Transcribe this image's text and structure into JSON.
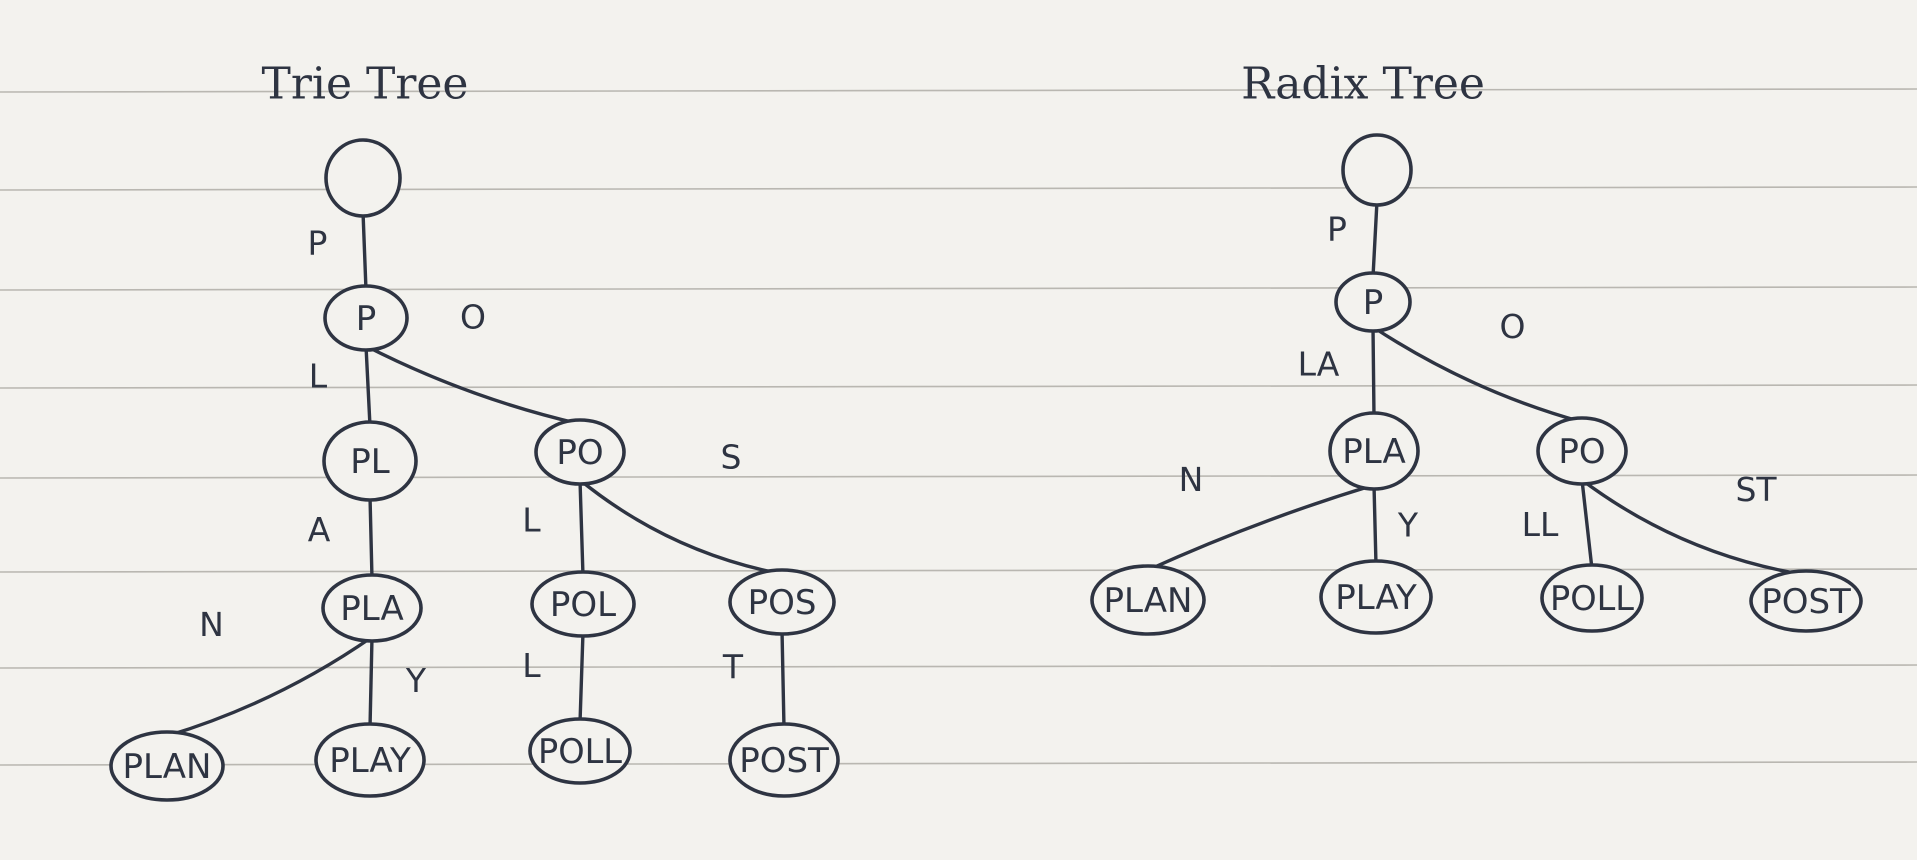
{
  "diagrams": [
    {
      "title": "Trie Tree",
      "nodes": [
        "",
        "P",
        "PL",
        "PO",
        "PLA",
        "POL",
        "POS",
        "PLAN",
        "PLAY",
        "POLL",
        "POST"
      ],
      "edges": [
        {
          "from": 0,
          "to": 1,
          "label": "P"
        },
        {
          "from": 1,
          "to": 2,
          "label": "L"
        },
        {
          "from": 1,
          "to": 3,
          "label": "O"
        },
        {
          "from": 2,
          "to": 4,
          "label": "A"
        },
        {
          "from": 3,
          "to": 5,
          "label": "L"
        },
        {
          "from": 3,
          "to": 6,
          "label": "S"
        },
        {
          "from": 4,
          "to": 7,
          "label": "N"
        },
        {
          "from": 4,
          "to": 8,
          "label": "Y"
        },
        {
          "from": 5,
          "to": 9,
          "label": "L"
        },
        {
          "from": 6,
          "to": 10,
          "label": "T"
        }
      ]
    },
    {
      "title": "Radix Tree",
      "nodes": [
        "",
        "P",
        "PLA",
        "PO",
        "PLAN",
        "PLAY",
        "POLL",
        "POST"
      ],
      "edges": [
        {
          "from": 0,
          "to": 1,
          "label": "P"
        },
        {
          "from": 1,
          "to": 2,
          "label": "LA"
        },
        {
          "from": 1,
          "to": 3,
          "label": "O"
        },
        {
          "from": 2,
          "to": 4,
          "label": "N"
        },
        {
          "from": 2,
          "to": 5,
          "label": "Y"
        },
        {
          "from": 3,
          "to": 6,
          "label": "LL"
        },
        {
          "from": 3,
          "to": 7,
          "label": "ST"
        }
      ]
    }
  ]
}
